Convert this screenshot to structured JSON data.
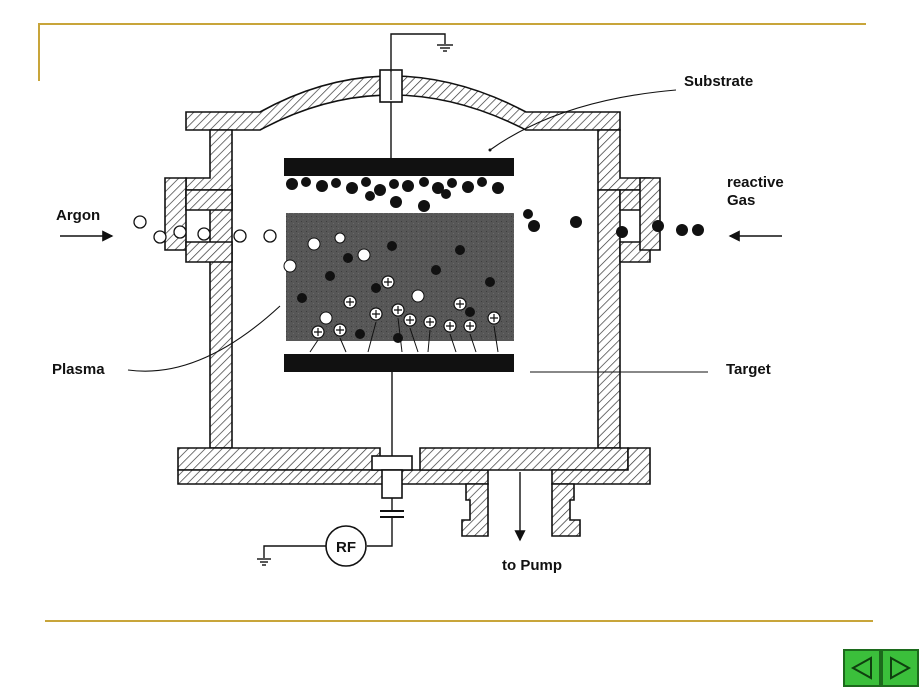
{
  "labels": {
    "substrate": "Substrate",
    "reactive_gas_line1": "reactive",
    "reactive_gas_line2": "Gas",
    "argon": "Argon",
    "plasma": "Plasma",
    "target": "Target",
    "to_pump": "to Pump",
    "rf": "RF"
  },
  "colors": {
    "frame": "#c8a53a",
    "nav_button": "#3bbf3b",
    "nav_border": "#1c6a1c",
    "plasma": "#555555",
    "electrode": "#111111"
  },
  "nav": {
    "prev_icon": "triangle-left-icon",
    "next_icon": "triangle-right-icon"
  }
}
